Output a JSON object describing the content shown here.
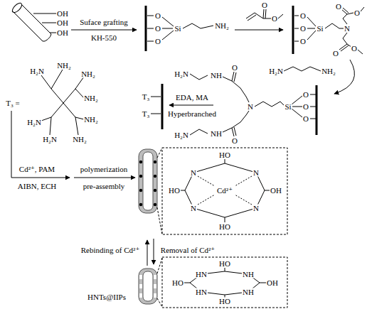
{
  "diagram": {
    "labels": [
      "OH",
      "OH",
      "OH",
      "Suface grafting",
      "KH-550",
      "O",
      "O",
      "O",
      "Si",
      "NH₂",
      "O",
      "O",
      "O",
      "O",
      "O",
      "Si",
      "N",
      "O",
      "O",
      "O",
      "O",
      "H₂N",
      "NH₂",
      "T₃ =",
      "H₂N",
      "NH₂",
      "NH₂",
      "NH₂",
      "NH₂",
      "NH₂",
      "H₂N",
      "H₂N",
      "T₃",
      "T₃",
      "EDA, MA",
      "Hyperbranched",
      "H₂N",
      "NH",
      "O",
      "N",
      "Si",
      "O",
      "O",
      "O",
      "H₂N",
      "NH",
      "O",
      "Cd²⁺, PAM",
      "AIBN, ECH",
      "polymerization",
      "pre-assembly",
      "HO",
      "N",
      "N",
      "HO",
      "Cd²⁺",
      "OH",
      "N",
      "N",
      "HO",
      "Rebinding of Cd²⁺",
      "Removal of Cd²⁺",
      "HO",
      "HN",
      "NH",
      "HO",
      "OH",
      "HN",
      "NH",
      "HO",
      "HNTs@IIPs"
    ]
  }
}
